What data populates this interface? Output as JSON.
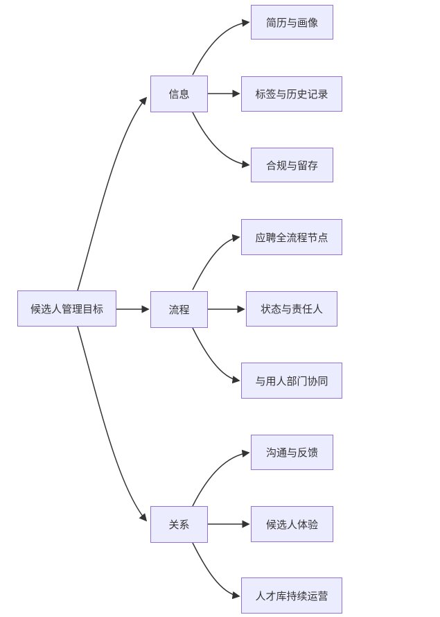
{
  "diagram": {
    "type": "flowchart-left-to-right",
    "root": {
      "label": "候选人管理目标"
    },
    "branches": [
      {
        "label": "信息",
        "children": [
          {
            "label": "简历与画像"
          },
          {
            "label": "标签与历史记录"
          },
          {
            "label": "合规与留存"
          }
        ]
      },
      {
        "label": "流程",
        "children": [
          {
            "label": "应聘全流程节点"
          },
          {
            "label": "状态与责任人"
          },
          {
            "label": "与用人部门协同"
          }
        ]
      },
      {
        "label": "关系",
        "children": [
          {
            "label": "沟通与反馈"
          },
          {
            "label": "候选人体验"
          },
          {
            "label": "人才库持续运营"
          }
        ]
      }
    ],
    "colors": {
      "node_fill": "#ECECFF",
      "node_border": "#9370DB",
      "edge": "#333333",
      "text": "#333333",
      "background": "#FFFFFF"
    }
  }
}
